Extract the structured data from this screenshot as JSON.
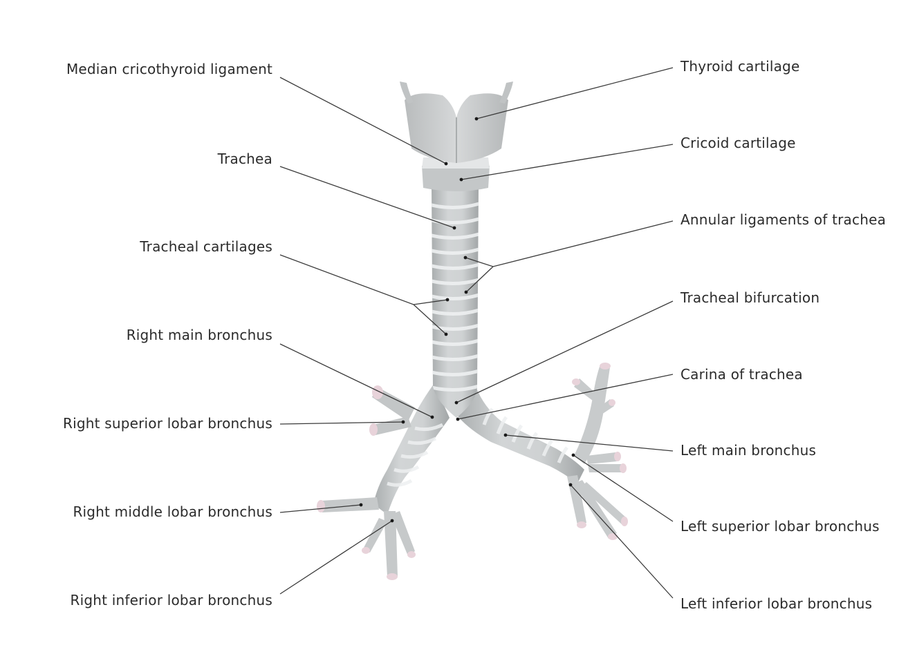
{
  "diagram": {
    "colors": {
      "cartilage": "#c9cccd",
      "cartilage_dark": "#aeb2b3",
      "ligament": "#e9ebec",
      "bronchus_tip": "#e8d3da",
      "leader_line": "#3a3a3a",
      "text": "#2b2b2b"
    },
    "labels_left": [
      {
        "id": "median-cricothyroid-ligament",
        "text": "Median cricothyroid ligament"
      },
      {
        "id": "trachea",
        "text": "Trachea"
      },
      {
        "id": "tracheal-cartilages",
        "text": "Tracheal cartilages"
      },
      {
        "id": "right-main-bronchus",
        "text": "Right main bronchus"
      },
      {
        "id": "right-superior-lobar-bronchus",
        "text": "Right superior lobar bronchus"
      },
      {
        "id": "right-middle-lobar-bronchus",
        "text": "Right middle lobar bronchus"
      },
      {
        "id": "right-inferior-lobar-bronchus",
        "text": "Right inferior lobar bronchus"
      }
    ],
    "labels_right": [
      {
        "id": "thyroid-cartilage",
        "text": "Thyroid cartilage"
      },
      {
        "id": "cricoid-cartilage",
        "text": "Cricoid cartilage"
      },
      {
        "id": "annular-ligaments-of-trachea",
        "text": "Annular ligaments of trachea"
      },
      {
        "id": "tracheal-bifurcation",
        "text": "Tracheal bifurcation"
      },
      {
        "id": "carina-of-trachea",
        "text": "Carina of trachea"
      },
      {
        "id": "left-main-bronchus",
        "text": "Left main bronchus"
      },
      {
        "id": "left-superior-lobar-bronchus",
        "text": "Left superior lobar bronchus"
      },
      {
        "id": "left-inferior-lobar-bronchus",
        "text": "Left inferior lobar bronchus"
      }
    ]
  }
}
